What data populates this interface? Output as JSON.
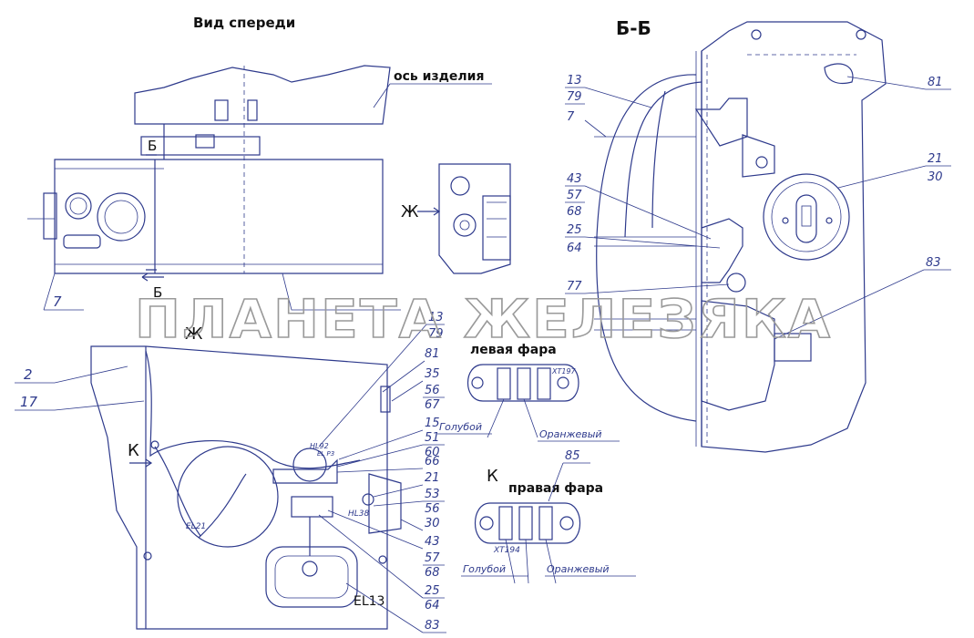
{
  "titles": {
    "front_view": "Вид спереди",
    "section": "Б-Б",
    "axis": "ось изделия",
    "left_headlight": "левая фара",
    "right_headlight": "правая фара",
    "view_zh": "Ж",
    "view_k_top": "К",
    "view_k_left": "К",
    "section_mark_top": "Б",
    "section_mark_bottom": "Б"
  },
  "watermark": "ПЛАНЕТА ЖЕЛЕЗЯКА",
  "wire_colors": {
    "left_blue": "Голубой",
    "left_orange": "Оранжевый",
    "right_blue": "Голубой",
    "right_orange": "Оранжевый"
  },
  "terminal_labels": {
    "left_block": "XT197",
    "right_block": "XT194",
    "lamp_hl92": "HL92",
    "lamp_hl38": "HL38",
    "lamp_el21": "EL21",
    "lamp_el13": "EL13",
    "fuse_el": "EL P3"
  },
  "callouts": {
    "front_7": "7",
    "left_2": "2",
    "left_17": "17",
    "sec_13": "13",
    "sec_79": "79",
    "sec_7": "7",
    "sec_43": "43",
    "sec_57": "57",
    "sec_68": "68",
    "sec_25": "25",
    "sec_64": "64",
    "sec_77": "77",
    "sec_81": "81",
    "sec_21": "21",
    "sec_30": "30",
    "sec_83": "83",
    "zh_13": "13",
    "zh_79": "79",
    "zh_81": "81",
    "zh_35": "35",
    "zh_56a": "56",
    "zh_67": "67",
    "zh_15": "15",
    "zh_51": "51",
    "zh_60": "60",
    "zh_66": "66",
    "zh_21": "21",
    "zh_53": "53",
    "zh_56b": "56",
    "zh_30": "30",
    "zh_43": "43",
    "zh_57": "57",
    "zh_68": "68",
    "zh_25": "25",
    "zh_64": "64",
    "zh_83": "83",
    "k_85": "85"
  }
}
